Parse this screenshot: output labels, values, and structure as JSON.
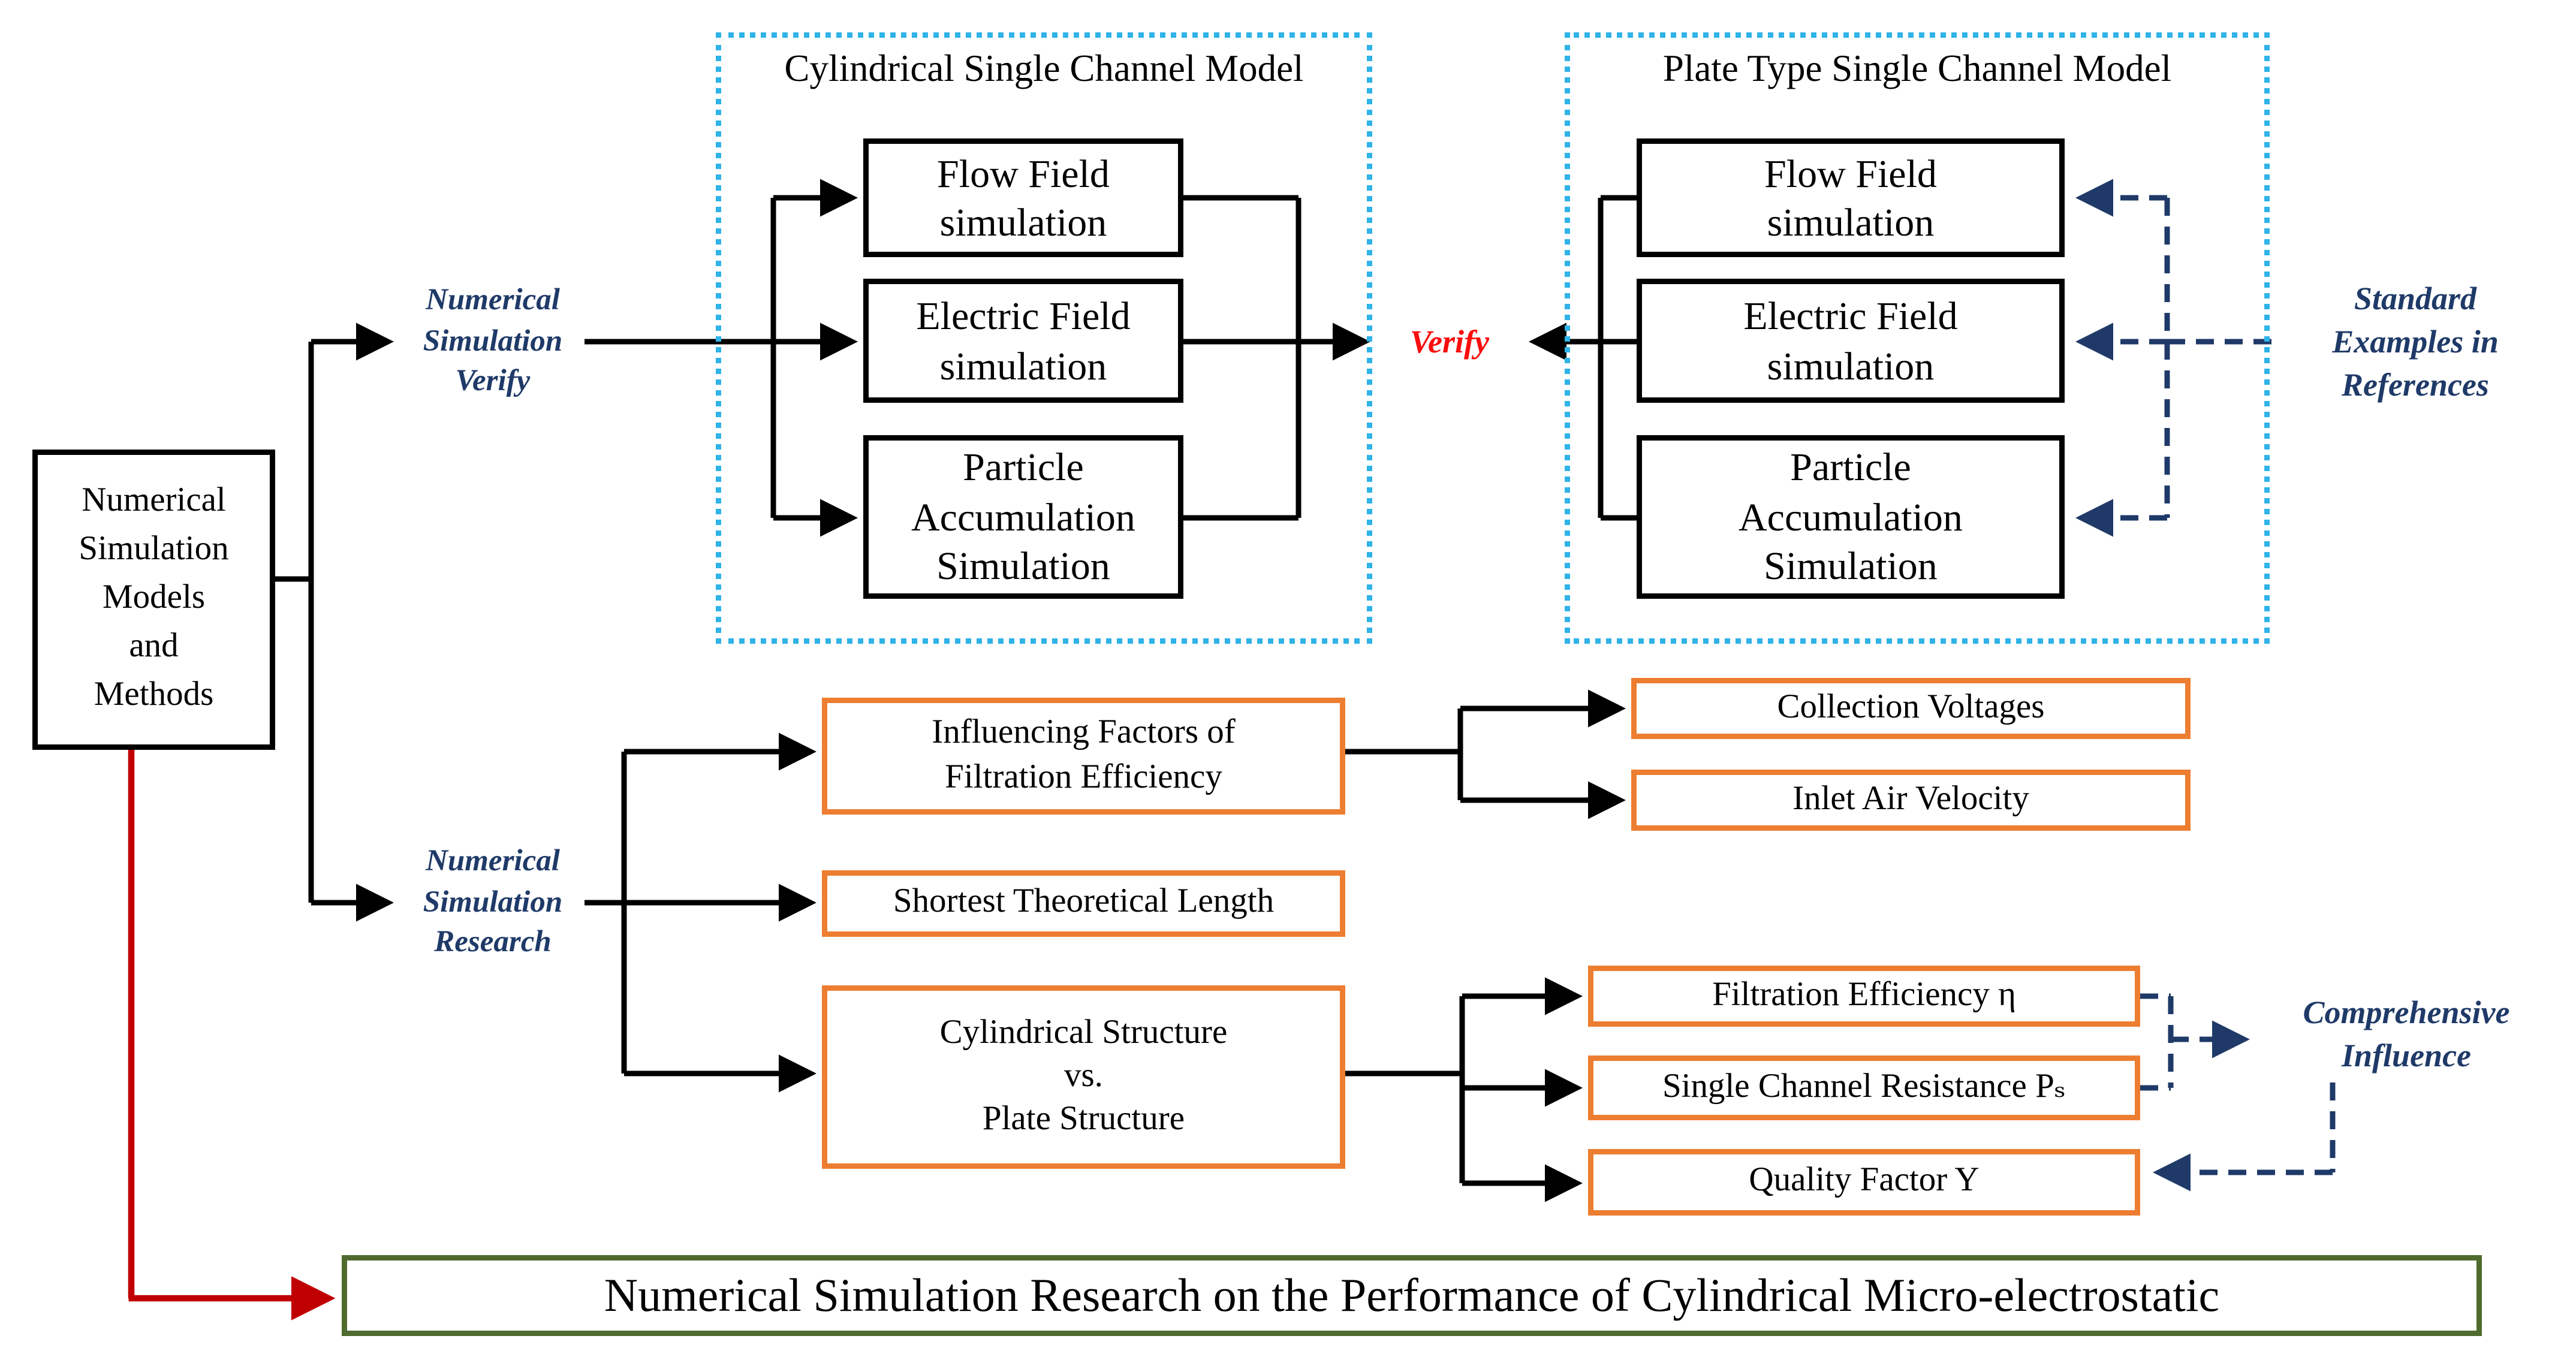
{
  "colors": {
    "line_black": "#000000",
    "dotted_frame_cyan": "#2FB3E8",
    "annotation_navy": "#1F3A68",
    "research_orange": "#ED7D31",
    "conclusion_green": "#4F6B2F",
    "verify_red": "#FA0D0D",
    "red_arrow": "#C00000"
  },
  "root_box": {
    "label": "Numerical\nSimulation\nModels\nand\nMethods"
  },
  "branch_labels": {
    "verify": "Numerical\nSimulation\nVerify",
    "research": "Numerical\nSimulation\nResearch"
  },
  "verify_node": {
    "label": "Verify"
  },
  "standard_examples_label": "Standard\nExamples in\nReferences",
  "comprehensive_influence_label": "Comprehensive\nInfluence",
  "cylindrical_model": {
    "title": "Cylindrical Single Channel Model",
    "boxes": [
      "Flow Field\nsimulation",
      "Electric Field\nsimulation",
      "Particle\nAccumulation\nSimulation"
    ]
  },
  "plate_model": {
    "title": "Plate Type Single Channel Model",
    "boxes": [
      "Flow Field\nsimulation",
      "Electric Field\nsimulation",
      "Particle\nAccumulation\nSimulation"
    ]
  },
  "research_topics": [
    "Influencing Factors of\nFiltration Efficiency",
    "Shortest Theoretical Length",
    "Cylindrical Structure\nvs.\nPlate Structure"
  ],
  "influencing_factors": [
    "Collection Voltages",
    "Inlet Air Velocity"
  ],
  "comparison_metrics": [
    "Filtration Efficiency η",
    "Single Channel Resistance Pₛ",
    "Quality Factor Y"
  ],
  "bottom_box": {
    "label": "Numerical Simulation Research on the Performance of Cylindrical Micro-electrostatic"
  }
}
